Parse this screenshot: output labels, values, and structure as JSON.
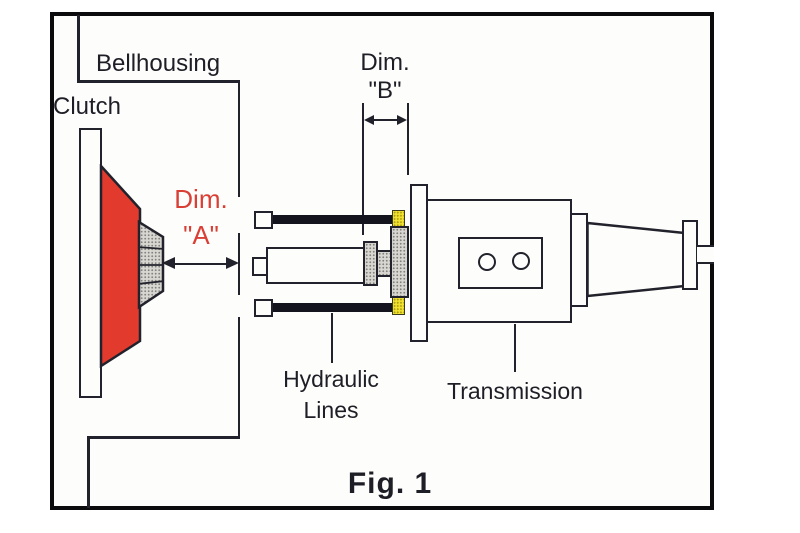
{
  "figure": {
    "caption": "Fig. 1",
    "labels": {
      "bellhousing": "Bellhousing",
      "clutch": "Clutch",
      "dim_a": {
        "line1": "Dim.",
        "line2": "\"A\""
      },
      "dim_b": {
        "line1": "Dim.",
        "line2": "\"B\""
      },
      "hydraulic": {
        "line1": "Hydraulic",
        "line2": "Lines"
      },
      "transmission": "Transmission"
    },
    "colors": {
      "clutch_red": "#e23b2e",
      "dim_a_text": "#d93f35",
      "fitting_yellow": "#f2e42e",
      "stipple_gray": "#d8d6d1",
      "line_dark": "#22222c"
    }
  }
}
